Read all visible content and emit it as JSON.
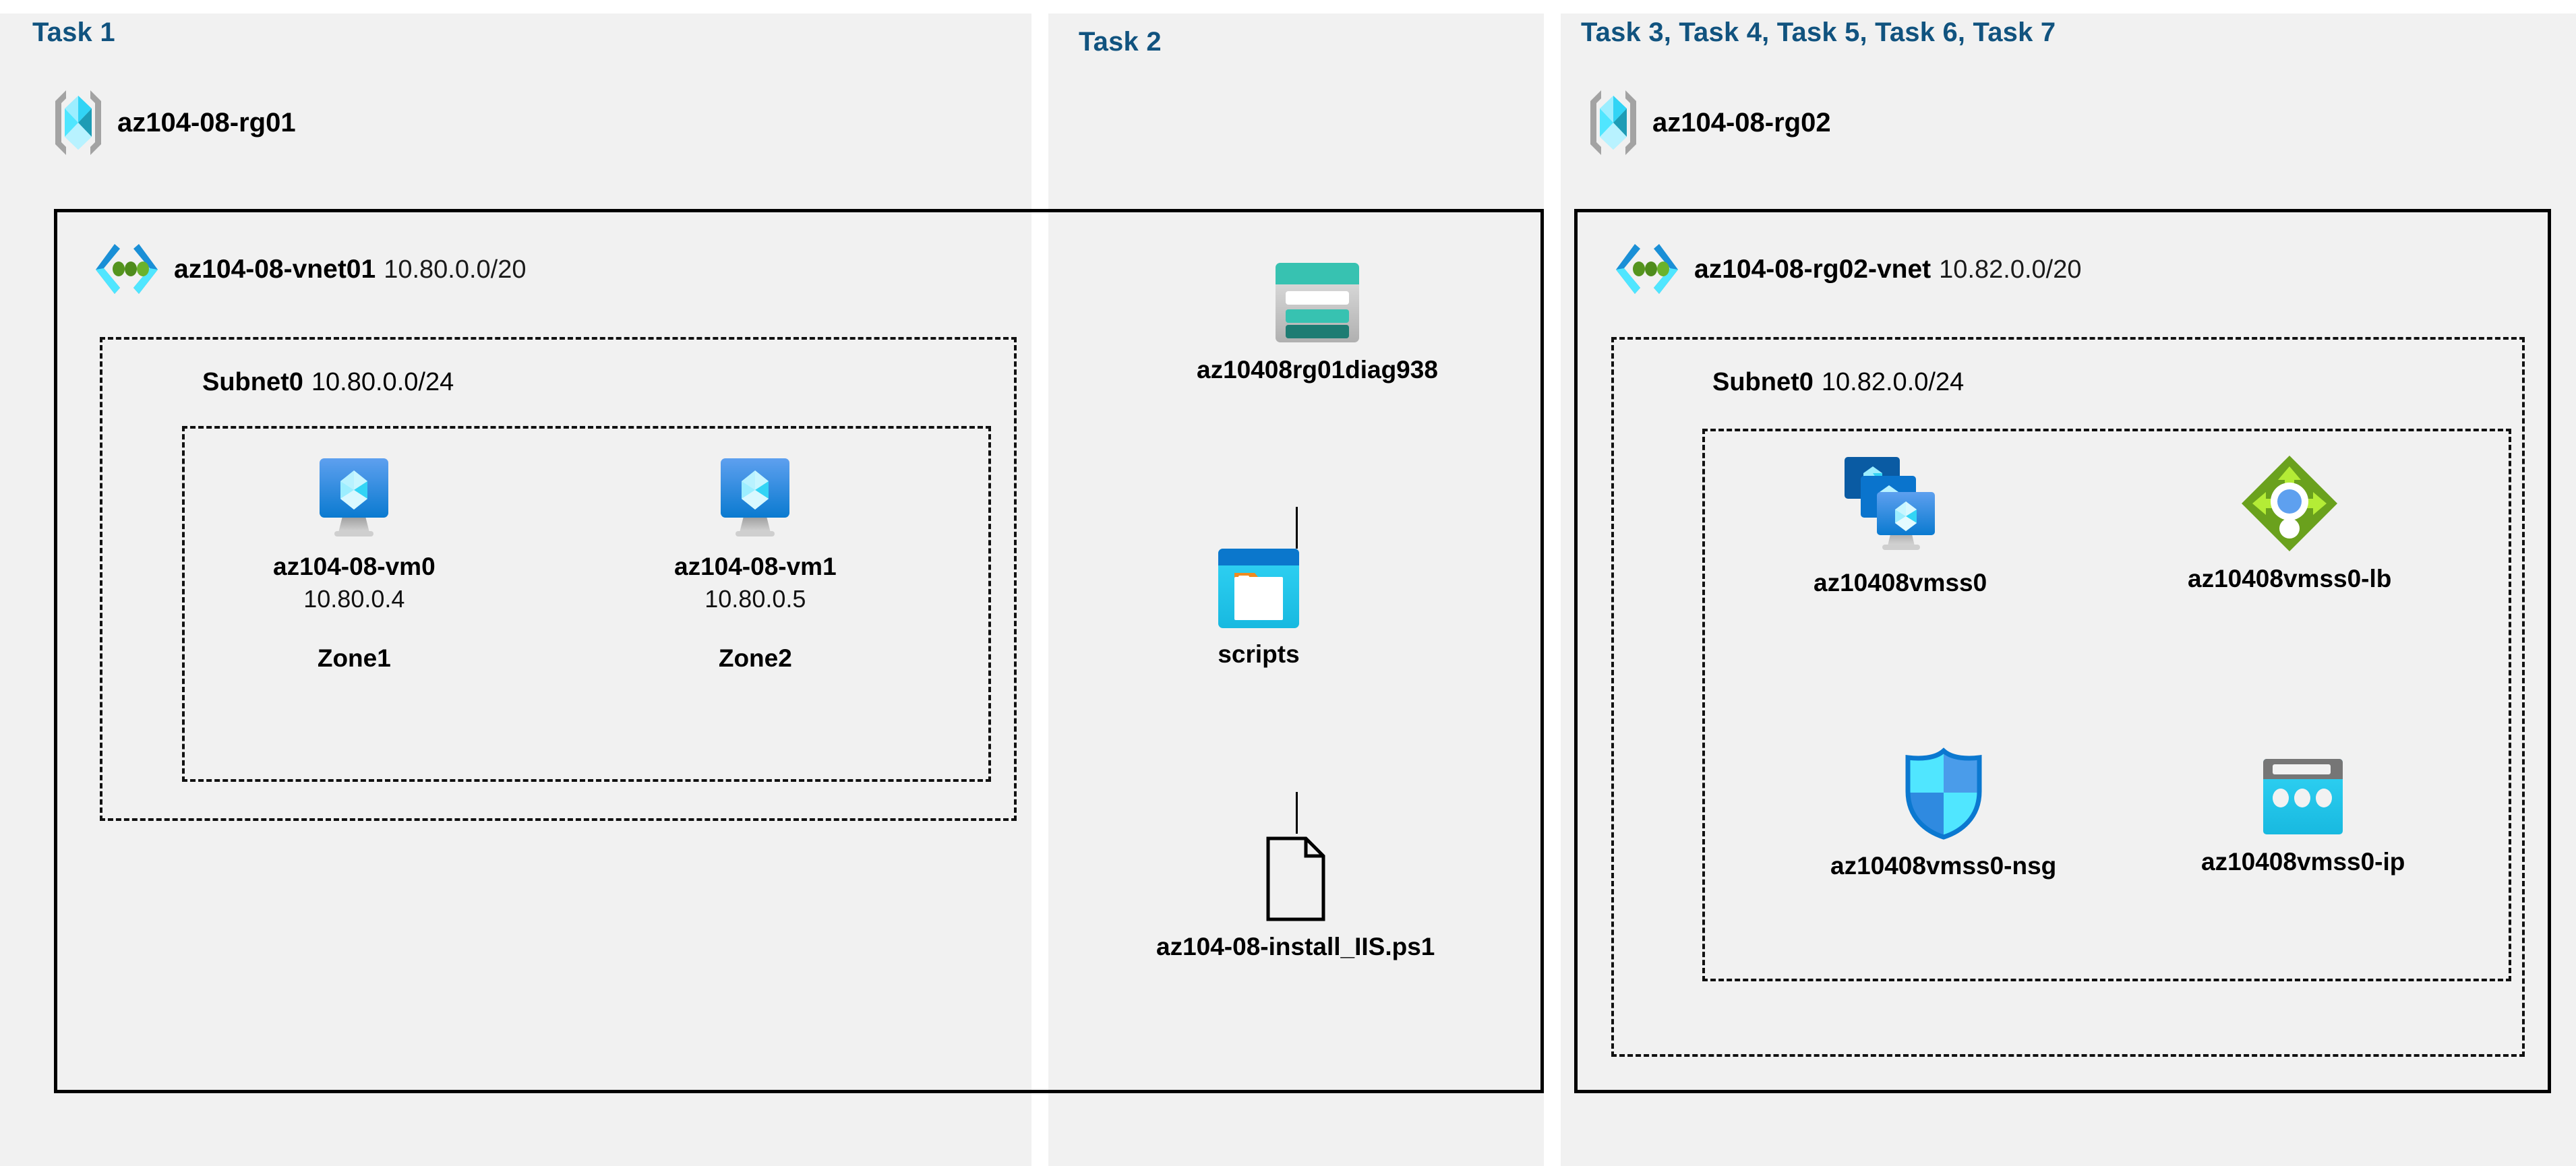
{
  "colors": {
    "task_label": "#11537f",
    "panel_background": "#f1f1f1",
    "page_background": "#ffffff",
    "border": "#000000",
    "azure_blue": "#0078d4",
    "azure_cyan": "#50e6ff",
    "storage_teal": "#37c2b1",
    "storage_teal_dark": "#1e7c73",
    "lb_green": "#6aa11d",
    "lb_green_light": "#b4ec36",
    "lb_dot_blue": "#5ea0ef",
    "vnet_dot_green": "#5e9624"
  },
  "panels": [
    {
      "id": "panel-1",
      "task_label": "Task 1",
      "resource_group": {
        "icon": "resource-group-icon",
        "name": "az104-08-rg01"
      },
      "vnet": {
        "icon": "virtual-network-icon",
        "name": "az104-08-vnet01",
        "cidr": "10.80.0.0/20"
      },
      "subnet": {
        "name": "Subnet0",
        "cidr": "10.80.0.0/24"
      },
      "nodes": [
        {
          "icon": "virtual-machine-icon",
          "title": "az104-08-vm0",
          "sub": "10.80.0.4",
          "zone": "Zone1"
        },
        {
          "icon": "virtual-machine-icon",
          "title": "az104-08-vm1",
          "sub": "10.80.0.5",
          "zone": "Zone2"
        }
      ]
    },
    {
      "id": "panel-2",
      "task_label": "Task 2",
      "nodes": [
        {
          "icon": "storage-account-icon",
          "title": "az10408rg01diag938"
        },
        {
          "icon": "blob-container-icon",
          "title": "scripts"
        },
        {
          "icon": "script-file-icon",
          "title": "az104-08-install_IIS.ps1"
        }
      ]
    },
    {
      "id": "panel-3",
      "task_label": "Task 3, Task 4, Task 5, Task 6, Task 7",
      "resource_group": {
        "icon": "resource-group-icon",
        "name": "az104-08-rg02"
      },
      "vnet": {
        "icon": "virtual-network-icon",
        "name": "az104-08-rg02-vnet",
        "cidr": "10.82.0.0/20"
      },
      "subnet": {
        "name": "Subnet0",
        "cidr": "10.82.0.0/24"
      },
      "nodes": [
        {
          "icon": "vm-scale-set-icon",
          "title": "az10408vmss0"
        },
        {
          "icon": "load-balancer-icon",
          "title": "az10408vmss0-lb"
        },
        {
          "icon": "network-security-group-icon",
          "title": "az10408vmss0-nsg"
        },
        {
          "icon": "public-ip-address-icon",
          "title": "az10408vmss0-ip"
        }
      ]
    }
  ]
}
